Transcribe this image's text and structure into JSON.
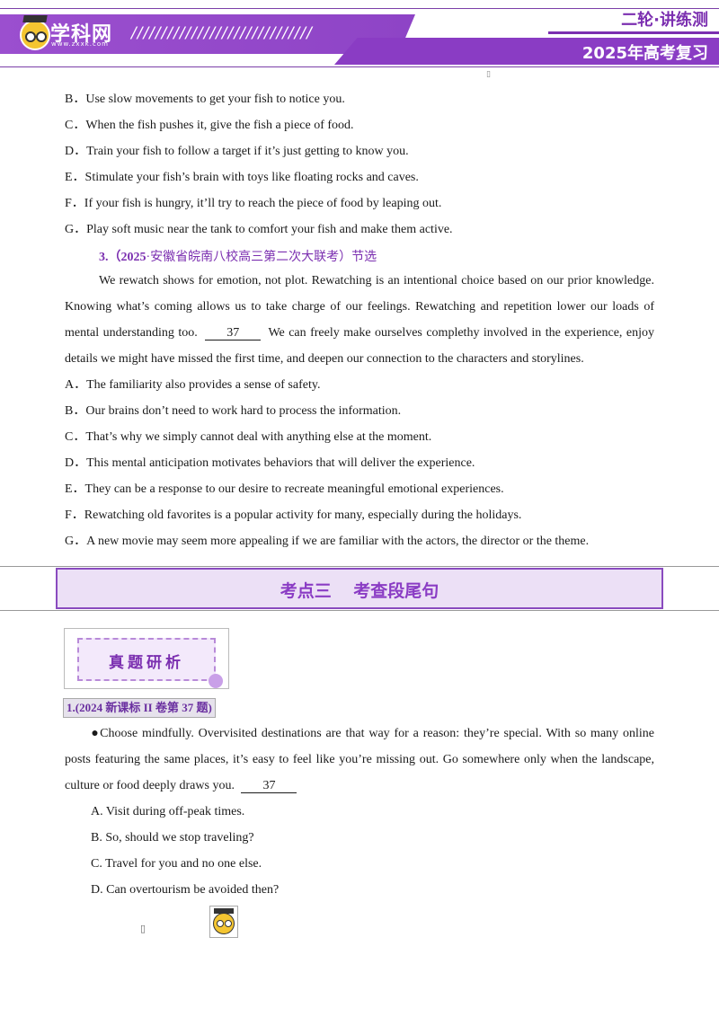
{
  "header": {
    "logo_text": "学科网",
    "logo_url": "www.zxxk.com",
    "slashes": "//////////////////////////////",
    "series_title": "二轮·讲练测",
    "year_title": "2025年高考复习",
    "tiny_mark": "▯"
  },
  "part2": {
    "options": [
      "B．Use slow movements to get your fish to notice you.",
      "C．When the fish pushes it, give the fish a piece of food.",
      "D．Train your fish to follow a target if it’s just getting to know you.",
      "E．Stimulate your fish’s brain with toys like floating rocks and caves.",
      "F．If your fish is hungry, it’ll try to reach the piece of food by leaping out.",
      "G．Play soft music near the tank to comfort your fish and make them active."
    ]
  },
  "question3": {
    "source_num": "3.",
    "source_year": "（2025",
    "source_rest": "·安徽省皖南八校高三第二次大联考）节选",
    "para_before_blank": "We rewatch shows for emotion, not plot. Rewatching is an intentional choice based on our prior knowledge. Knowing what’s coming allows us to take charge of our feelings. Rewatching and repetition lower our loads of mental understanding too.",
    "blank_number": "37",
    "para_after_blank": "We can freely make ourselves complethy involved in the experience, enjoy details we might have missed the first time, and deepen our connection to the characters and storylines.",
    "options": [
      "A．The familiarity also provides a sense of safety.",
      "B．Our brains don’t need to work hard to process the information.",
      "C．That’s why we simply cannot deal with anything else at the moment.",
      "D．This mental anticipation motivates behaviors that will deliver the experience.",
      "E．They can be a response to our desire to recreate meaningful emotional experiences.",
      "F．Rewatching old favorites is a popular activity for many, especially during the holidays.",
      "G．A new movie may seem more appealing if we are familiar with the actors, the director or the theme."
    ]
  },
  "section": {
    "title": "考点三 考查段尾句"
  },
  "badge": {
    "text": "真题研析"
  },
  "question1": {
    "label": "1.(2024 新课标 II 卷第 37 题)",
    "para_before_blank": "●Choose mindfully. Overvisited destinations are that way for a reason: they’re special. With so many online posts featuring the same places, it’s easy to feel like you’re missing out. Go somewhere only when the landscape, culture or food deeply draws you.",
    "blank_number": "37",
    "options": [
      "A. Visit during off-peak times.",
      "B. So, should we stop traveling?",
      "C. Travel for you and no one else.",
      "D. Can overtourism be avoided then?"
    ]
  },
  "footer": {
    "mark": "▯"
  },
  "colors": {
    "brand_purple": "#8a3cc4",
    "section_bg": "#ece0f6"
  }
}
